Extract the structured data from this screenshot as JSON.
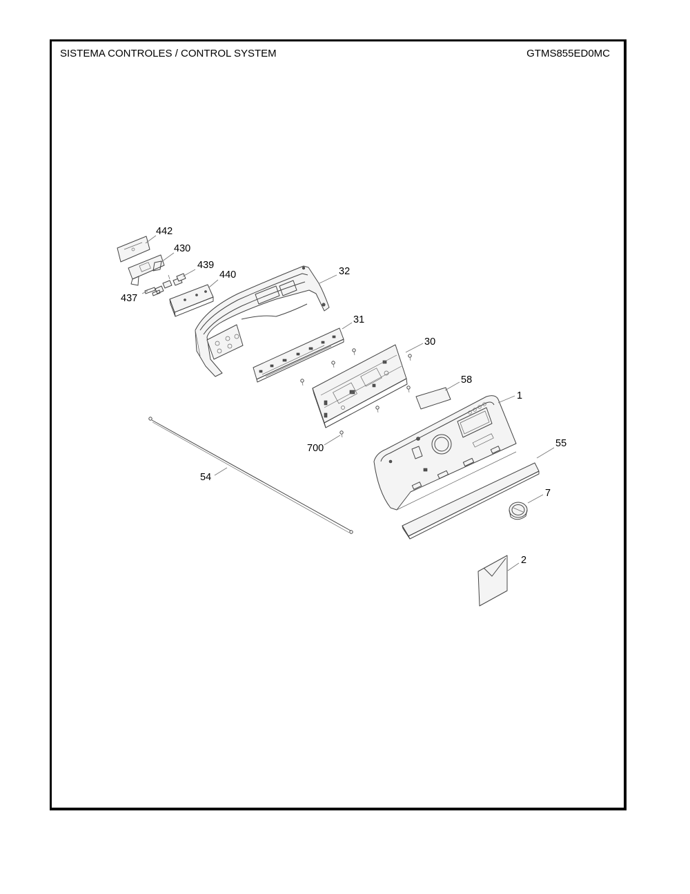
{
  "header": {
    "title": "SISTEMA CONTROLES / CONTROL SYSTEM",
    "model": "GTMS855ED0MC"
  },
  "callouts": {
    "c442": "442",
    "c430": "430",
    "c439": "439",
    "c440": "440",
    "c437": "437",
    "c32": "32",
    "c31": "31",
    "c30": "30",
    "c58": "58",
    "c1": "1",
    "c700": "700",
    "c55": "55",
    "c54": "54",
    "c7": "7",
    "c2": "2"
  }
}
